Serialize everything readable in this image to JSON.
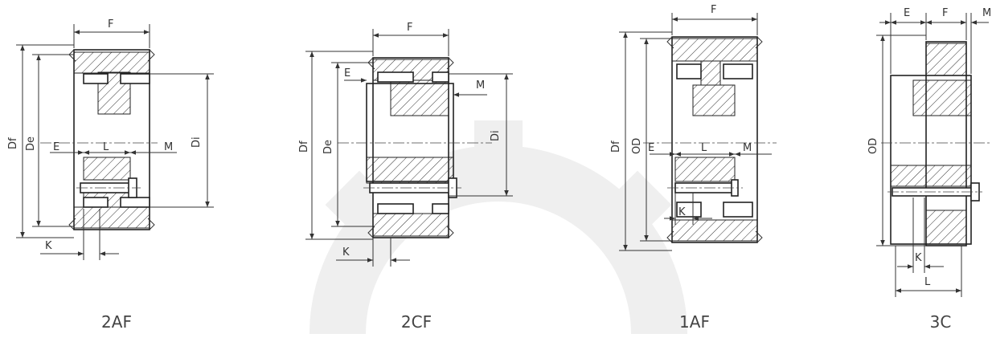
{
  "watermark": {
    "color": "#efefef"
  },
  "drawings": [
    {
      "caption": "2AF",
      "labels": {
        "F": "F",
        "Df": "Df",
        "De": "De",
        "Di": "Di",
        "E": "E",
        "L": "L",
        "M": "M",
        "K": "K"
      }
    },
    {
      "caption": "2CF",
      "labels": {
        "F": "F",
        "Df": "Df",
        "De": "De",
        "Di": "Di",
        "E": "E",
        "M": "M",
        "K": "K"
      }
    },
    {
      "caption": "1AF",
      "labels": {
        "F": "F",
        "Df": "Df",
        "OD": "OD",
        "E": "E",
        "L": "L",
        "M": "M",
        "K": "K"
      }
    },
    {
      "caption": "3C",
      "labels": {
        "E": "E",
        "F": "F",
        "M": "M",
        "OD": "OD",
        "K": "K",
        "L": "L"
      }
    }
  ]
}
